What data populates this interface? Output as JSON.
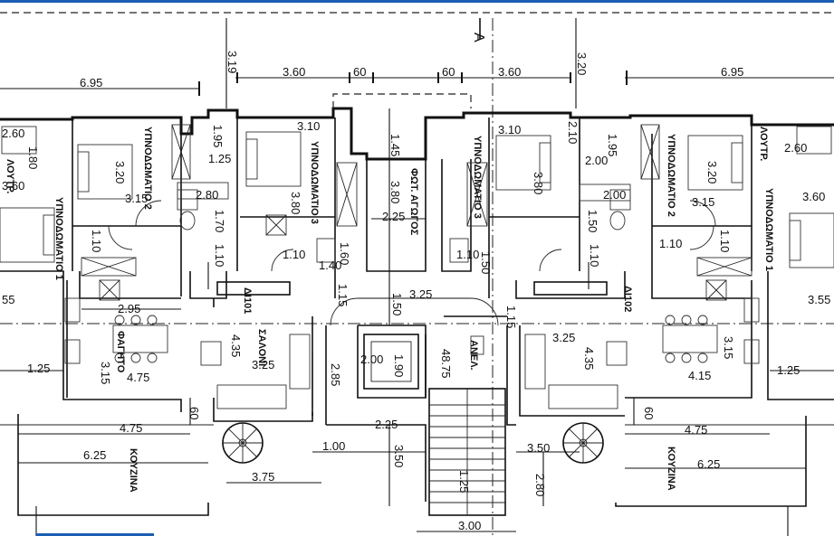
{
  "section_mark": "A",
  "dimensions": {
    "top_left_span": "6.95",
    "top_right_span": "6.95",
    "top_3_60_left": "3.60",
    "top_60_a": "60",
    "top_60_b": "60",
    "top_3_60_right": "3.60",
    "v_3_19": "3.19",
    "v_3_20": "3.20",
    "v_1_95_left": "1.95",
    "v_1_95_right": "1.95",
    "v_2_10": "2.10",
    "h_1_25": "1.25",
    "h_3_10_left": "3.10",
    "h_3_10_right": "3.10",
    "v_1_45": "1.45",
    "v_3_80_center": "3.80",
    "h_2_25_center": "2.25",
    "v_3_80_left": "3.80",
    "v_3_80_right": "3.80",
    "v_3_20_left_room": "3.20",
    "v_3_20_right_room": "3.20",
    "h_3_15_left": "3.15",
    "h_3_15_right": "3.15",
    "h_2_60_left": "2.60",
    "h_2_60_right": "2.60",
    "v_1_80": "1.80",
    "h_3_60_left_room": "3.60",
    "h_3_60_right_room": "3.60",
    "h_2_80": "2.80",
    "h_2_00": "2.00",
    "h_2_00_right": "2.00",
    "v_1_70": "1.70",
    "v_1_50": "1.50",
    "v_1_10_a": "1.10",
    "v_1_10_b": "1.10",
    "v_1_10_c": "1.10",
    "v_1_10_d": "1.10",
    "h_1_10_a": "1.10",
    "h_1_10_b": "1.10",
    "h_1_10_c": "1.10",
    "h_1_40": "1.40",
    "v_1_60": "1.60",
    "h_1_50": "1.50",
    "h_3_25_top": "3.25",
    "v_1_50_mid": "1.50",
    "v_1_15_left": "1.15",
    "v_1_15_right": "1.15",
    "h_55_left": "55",
    "h_3_55_right": "3.55",
    "h_2_95": "2.95",
    "h_4_75": "4.75",
    "v_3_15_left": "3.15",
    "v_3_15_right": "3.15",
    "h_1_25_left": "1.25",
    "h_1_25_right": "1.25",
    "v_4_35_left": "4.35",
    "v_4_35_right": "4.35",
    "h_3_25_left": "3.25",
    "h_3_25_right": "3.25",
    "h_4_15": "4.15",
    "h_2_00_lift": "2.00",
    "v_1_90_lift": "1.90",
    "v_2_85": "2.85",
    "v_60_left": "60",
    "v_60_right": "60",
    "h_4_75_low_left": "4.75",
    "h_4_75_low_right": "4.75",
    "h_6_25_left": "6.25",
    "h_6_25_right": "6.25",
    "h_2_25_low": "2.25",
    "h_1_00": "1.00",
    "v_3_50": "3.50",
    "h_3_50": "3.50",
    "h_3_75": "3.75",
    "v_1_25_stair": "1.25",
    "v_2_80": "2.80",
    "h_3_00": "3.00",
    "v_48_75": "48.75"
  },
  "rooms": {
    "bedroom1_left": "ΥΠΝΟΔΩΜΑΤΙΟ 1",
    "bedroom2_left": "ΥΠΝΟΔΩΜΑΤΙΟ 2",
    "bedroom3_left": "ΥΠΝΟΔΩΜΑΤΙΟ 3",
    "bedroom3_right": "ΥΠΝΟΔΩΜΑΤΙΟ 3",
    "bedroom2_right": "ΥΠΝΟΔΩΜΑΤΙΟ 2",
    "bedroom1_right": "ΥΠΝΟΔΩΜΑΤΙΟ 1",
    "shaft": "ΦΩΤ. ΑΓΩΓΟΣ",
    "lift": "ΑΝΕΛ.",
    "dining_left": "ΦΑΓΗΤΟ",
    "living_left": "ΣΑΛΟΝΙ",
    "kitchen_left": "ΚΟΥΖΙΝΑ",
    "kitchen_right": "ΚΟΥΖΙΝΑ",
    "flat_left": "ΔΙ101",
    "flat_right": "ΔΙ102",
    "wc_left": "ΛΟΥΤΡ.",
    "wc_right": "ΛΟΥΤΡ."
  }
}
